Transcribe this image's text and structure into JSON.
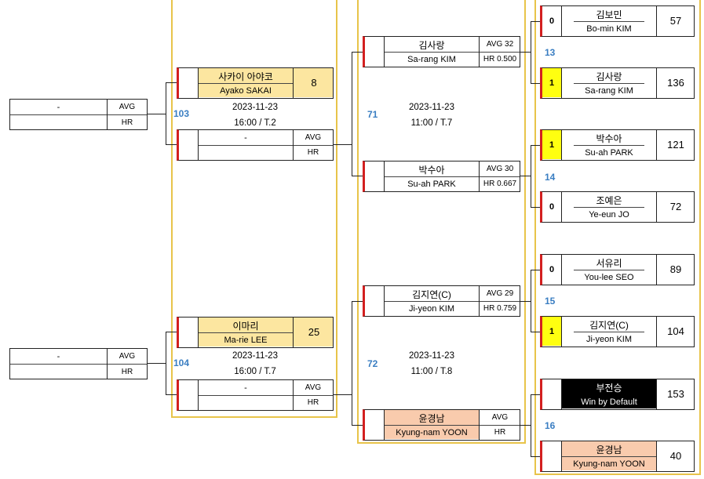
{
  "round1": [
    {
      "player_a": {
        "name": "-",
        "avg_label": "AVG",
        "hr_label": "HR"
      },
      "match_no": "103",
      "player_b": {
        "name_kor": "사카이 아야코",
        "name_eng": "Ayako SAKAI",
        "score": "8"
      },
      "player_c": {
        "name": "-",
        "avg_label": "AVG",
        "hr_label": "HR"
      },
      "date": "2023-11-23",
      "time_table": "16:00 / T.2"
    },
    {
      "player_a": {
        "name": "-",
        "avg_label": "AVG",
        "hr_label": "HR"
      },
      "match_no": "104",
      "player_b": {
        "name_kor": "이마리",
        "name_eng": "Ma-rie LEE",
        "score": "25"
      },
      "player_c": {
        "name": "-",
        "avg_label": "AVG",
        "hr_label": "HR"
      },
      "date": "2023-11-23",
      "time_table": "16:00 / T.7"
    }
  ],
  "round2": [
    {
      "match_no": "71",
      "date": "2023-11-23",
      "time_table": "11:00 / T.7",
      "top": {
        "name_kor": "김사랑",
        "name_eng": "Sa-rang KIM",
        "avg": "AVG 32",
        "hr": "HR 0.500"
      },
      "bottom": {
        "name_kor": "박수아",
        "name_eng": "Su-ah PARK",
        "avg": "AVG 30",
        "hr": "HR 0.667"
      }
    },
    {
      "match_no": "72",
      "date": "2023-11-23",
      "time_table": "11:00 / T.8",
      "top": {
        "name_kor": "김지연(C)",
        "name_eng": "Ji-yeon KIM",
        "avg": "AVG 29",
        "hr": "HR 0.759"
      },
      "bottom": {
        "name_kor": "윤경남",
        "name_eng": "Kyung-nam YOON",
        "avg": "AVG",
        "hr": "HR"
      }
    }
  ],
  "round3": [
    {
      "match_no": "13",
      "top": {
        "sets": "0",
        "name_kor": "김보민",
        "name_eng": "Bo-min KIM",
        "score": "57"
      },
      "bottom": {
        "sets": "1",
        "name_kor": "김사랑",
        "name_eng": "Sa-rang KIM",
        "score": "136"
      }
    },
    {
      "match_no": "14",
      "top": {
        "sets": "1",
        "name_kor": "박수아",
        "name_eng": "Su-ah PARK",
        "score": "121"
      },
      "bottom": {
        "sets": "0",
        "name_kor": "조예은",
        "name_eng": "Ye-eun JO",
        "score": "72"
      }
    },
    {
      "match_no": "15",
      "top": {
        "sets": "0",
        "name_kor": "서유리",
        "name_eng": "You-lee SEO",
        "score": "89"
      },
      "bottom": {
        "sets": "1",
        "name_kor": "김지연(C)",
        "name_eng": "Ji-yeon KIM",
        "score": "104"
      }
    },
    {
      "match_no": "16",
      "top": {
        "sets": "",
        "name_kor": "부전승",
        "name_eng": "Win by Default",
        "score": "153"
      },
      "bottom": {
        "sets": "",
        "name_kor": "윤경남",
        "name_eng": "Kyung-nam YOON",
        "score": "40"
      }
    }
  ],
  "colors": {
    "panel_border": "#e8c44a",
    "highlight": "#fce6a0",
    "peach": "#f9cbad",
    "winner_sets": "#ffff10",
    "match_number": "#3a7ec2",
    "side_bar": "#d32020"
  }
}
